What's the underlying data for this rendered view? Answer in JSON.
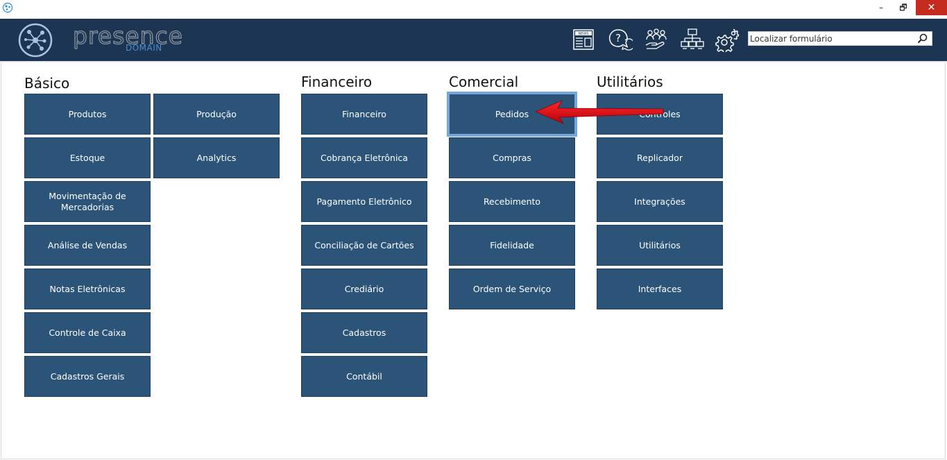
{
  "window": {
    "minimize_label": "–",
    "maximize_label": "🗗",
    "close_label": "✕"
  },
  "header": {
    "logo_primary": "presence",
    "logo_secondary": "DOMAIN",
    "icons": [
      "news-icon",
      "help-chat-icon",
      "users-hand-icon",
      "network-icon",
      "settings-icon"
    ],
    "search": {
      "placeholder": "Localizar formulário",
      "value": ""
    }
  },
  "columns": {
    "basico": {
      "title": "Básico",
      "tiles": [
        "Produtos",
        "Produção",
        "Estoque",
        "Analytics",
        "Movimentação de Mercadorias",
        "Análise de Vendas",
        "Notas Eletrônicas",
        "Controle de Caixa",
        "Cadastros Gerais"
      ]
    },
    "financeiro": {
      "title": "Financeiro",
      "tiles": [
        "Financeiro",
        "Cobrança Eletrônica",
        "Pagamento Eletrônico",
        "Conciliação de Cartões",
        "Crediário",
        "Cadastros",
        "Contábil"
      ]
    },
    "comercial": {
      "title": "Comercial",
      "tiles": [
        "Pedidos",
        "Compras",
        "Recebimento",
        "Fidelidade",
        "Ordem de Serviço"
      ],
      "selected": "Pedidos"
    },
    "utilitarios": {
      "title": "Utilitários",
      "tiles": [
        "Controles",
        "Replicador",
        "Integrações",
        "Utilitários",
        "Interfaces"
      ]
    }
  },
  "colors": {
    "header_bg": "#1b3552",
    "tile_bg": "#2b5478",
    "selection": "#74a6d8",
    "annotation_arrow": "#d0101a"
  }
}
